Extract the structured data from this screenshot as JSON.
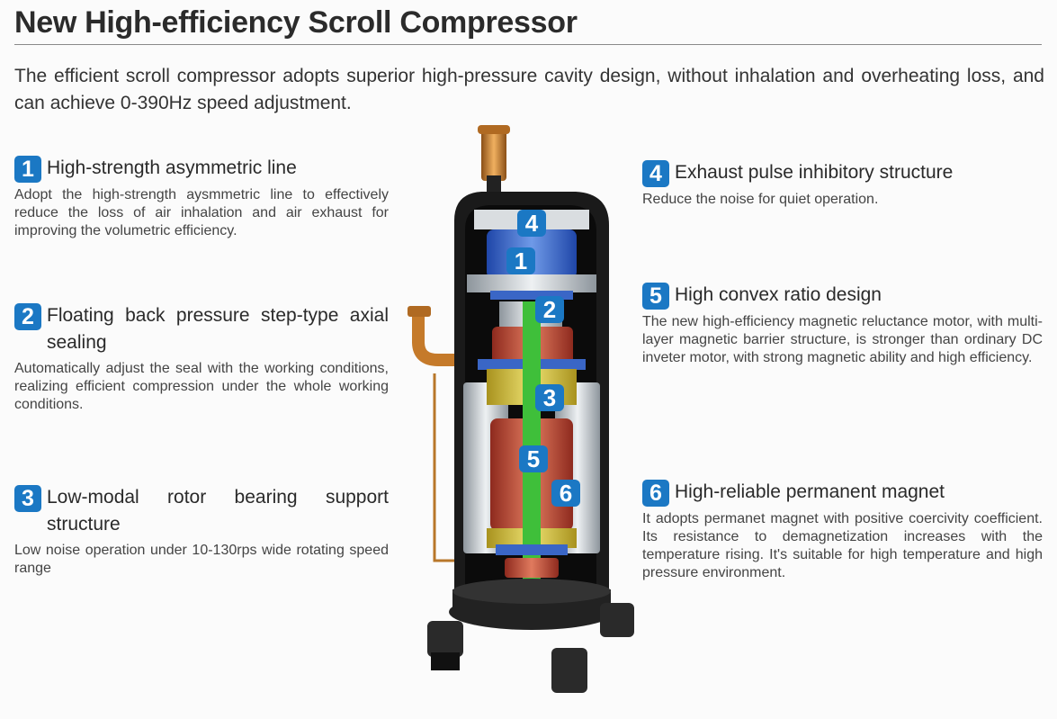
{
  "title": "New High-efficiency Scroll Compressor",
  "intro": "The efficient scroll compressor adopts superior high-pressure cavity design, without inhalation and overheating loss, and can achieve 0-390Hz speed adjustment.",
  "features": [
    {
      "number": "1",
      "title": "High-strength asymmetric line",
      "body": "Adopt the high-strength aysmmetric line to effectively reduce the loss of air inhalation and air exhaust for improving the volumetric efficiency."
    },
    {
      "number": "2",
      "title": "Floating back pressure step-type axial sealing",
      "body": "Automatically adjust the seal with the working conditions, realizing efficient compression under the whole working conditions."
    },
    {
      "number": "3",
      "title": "Low-modal rotor bearing support structure",
      "body": "Low noise operation under 10-130rps wide rotating speed range"
    },
    {
      "number": "4",
      "title": "Exhaust pulse inhibitory structure",
      "body": "Reduce the noise for quiet operation."
    },
    {
      "number": "5",
      "title": "High convex ratio design",
      "body": "The new high-efficiency magnetic reluctance motor, with multi-layer magnetic barrier structure, is stronger than ordinary DC inveter motor, with strong magnetic ability and high efficiency."
    },
    {
      "number": "6",
      "title": "High-reliable permanent magnet",
      "body": "It adopts permanet magnet with positive coercivity coefficient. Its resistance to demagnetization increases with the temperature rising. It's suitable for high temperature and high pressure environment."
    }
  ],
  "colors": {
    "badge": "#1b78c4",
    "shell": "#1a1a1a",
    "copper": "#c97a2c"
  }
}
